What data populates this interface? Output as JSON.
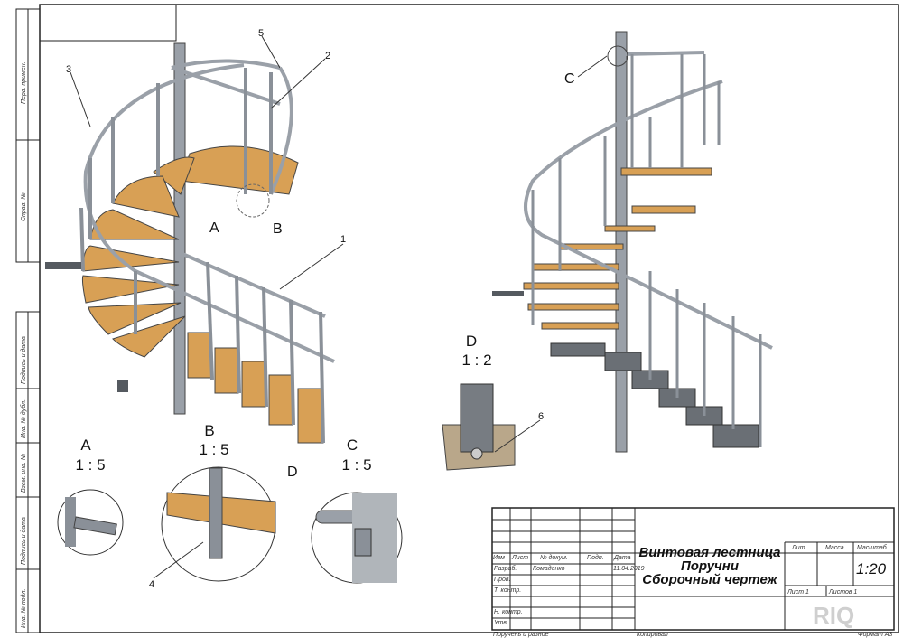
{
  "side_stamps": [
    "Перв. примен.",
    "Справ. №",
    "Подпись и дата",
    "Инв. № дубл.",
    "Взам. инв. №",
    "Подпись и дата",
    "Инв. № подл."
  ],
  "callouts": {
    "n1": "1",
    "n2": "2",
    "n3": "3",
    "n4": "4",
    "n5": "5",
    "n6": "6",
    "A": "A",
    "B": "B",
    "C": "C",
    "D": "D",
    "C_right": "C"
  },
  "details": [
    {
      "letter": "A",
      "scale": "1 : 5"
    },
    {
      "letter": "B",
      "scale": "1 : 5"
    },
    {
      "letter": "C",
      "scale": "1 : 5"
    },
    {
      "letter": "D",
      "scale": "1 : 2"
    }
  ],
  "title_block": {
    "title_lines": [
      "Винтовая лестница",
      "Поручни",
      "Сборочный чертеж"
    ],
    "headers": [
      "Изм",
      "Лист",
      "№ докум.",
      "Подп.",
      "Дата"
    ],
    "rows": [
      "Разраб.",
      "Пров.",
      "Т. контр.",
      "",
      "Н. контр.",
      "Утв."
    ],
    "developer": "Комаденко",
    "date": "11.04.2019",
    "lit": "Лит",
    "mass": "Масса",
    "scale_label": "Масштаб",
    "scale": "1:20",
    "sheet": "Лист 1",
    "sheets": "Листов 1",
    "bottom_left": "Поручень и разное",
    "copied": "Копировал",
    "format": "Формат А3"
  },
  "watermark": "RIQ",
  "colors": {
    "wood": "#d8a055",
    "metal": "#9aa0a8",
    "dark": "#555a60"
  }
}
